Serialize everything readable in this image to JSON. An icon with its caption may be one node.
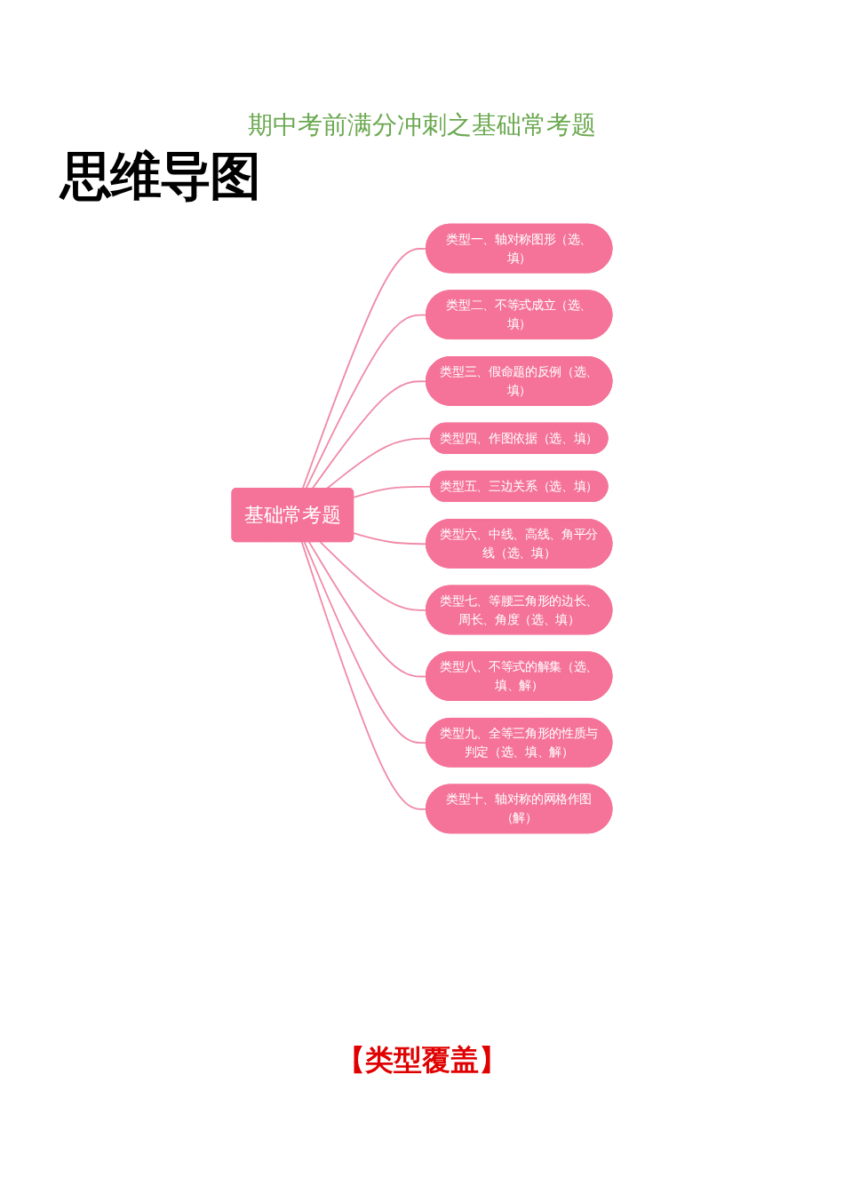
{
  "diagram": {
    "title": "期中考前满分冲刺之基础常考题",
    "nodes": [
      {
        "text": [
          "基础常考题"
        ]
      },
      {
        "text": [
          "类型一、轴对称图形（选、填）"
        ]
      },
      {
        "text": [
          "类型二、不等式成立（选、填）"
        ]
      },
      {
        "text": [
          "类型三、假命题的反例（选、填）"
        ]
      },
      {
        "text": [
          "类型四、作图依据（选、填）"
        ]
      },
      {
        "text": [
          "类型五、三边关系（选、填）"
        ]
      },
      {
        "text": [
          "类型六、中线、高线、角平分线（选、填）"
        ]
      },
      {
        "text": [
          "类型七、等腰三角形的边长、周长、角度（选、填）"
        ]
      },
      {
        "text": [
          "类型八、不等式的解集（选、填、解）"
        ]
      },
      {
        "text": [
          "类型九、全等三角形的性质与判定（选、填、解）"
        ]
      },
      {
        "text": [
          "类型十、轴对称的网格作图（解）"
        ]
      }
    ],
    "edges": [
      {
        "from": 0,
        "to": 1,
        "arrow": "none"
      },
      {
        "from": 0,
        "to": 2,
        "arrow": "none"
      },
      {
        "from": 0,
        "to": 3,
        "arrow": "none"
      },
      {
        "from": 0,
        "to": 4,
        "arrow": "none"
      },
      {
        "from": 0,
        "to": 5,
        "arrow": "none"
      },
      {
        "from": 0,
        "to": 6,
        "arrow": "none"
      },
      {
        "from": 0,
        "to": 7,
        "arrow": "none"
      },
      {
        "from": 0,
        "to": 8,
        "arrow": "none"
      },
      {
        "from": 0,
        "to": 9,
        "arrow": "none"
      },
      {
        "from": 0,
        "to": 10,
        "arrow": "none"
      }
    ],
    "labels": [
      "思维导图",
      "【类型覆盖】"
    ]
  }
}
